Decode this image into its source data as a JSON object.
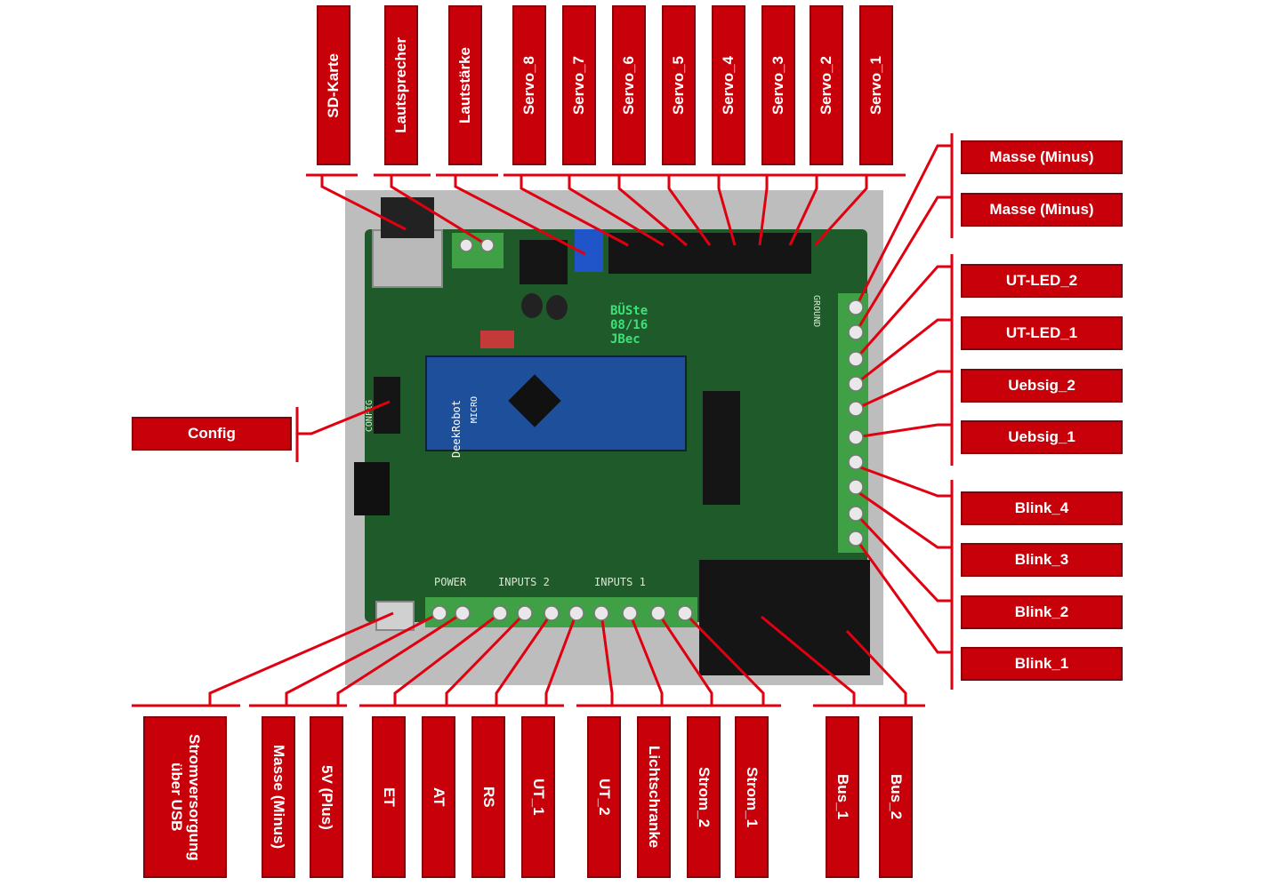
{
  "top_labels": [
    "SD-Karte",
    "Lautsprecher",
    "Lautstärke",
    "Servo_8",
    "Servo_7",
    "Servo_6",
    "Servo_5",
    "Servo_4",
    "Servo_3",
    "Servo_2",
    "Servo_1"
  ],
  "right_labels": [
    "Masse (Minus)",
    "Masse (Minus)",
    "UT-LED_2",
    "UT-LED_1",
    "Uebsig_2",
    "Uebsig_1",
    "Blink_4",
    "Blink_3",
    "Blink_2",
    "Blink_1"
  ],
  "left_label": "Config",
  "bottom_labels": [
    "Stromversorgung über USB",
    "Masse (Minus)",
    "5V (Plus)",
    "ET",
    "AT",
    "RS",
    "UT_1",
    "UT_2",
    "Lichtschranke",
    "Strom_2",
    "Strom_1",
    "Bus_1",
    "Bus_2"
  ],
  "board": {
    "logo_line1": "BÜSte",
    "logo_line2": "08/16",
    "logo_line3": "JBec",
    "nano_brand": "DeekRobot",
    "nano_model": "MICRO",
    "silk_power": "POWER",
    "silk_inputs2": "INPUTS 2",
    "silk_inputs1": "INPUTS 1",
    "silk_ground": "GROUND",
    "silk_config": "CONFIG"
  },
  "colors": {
    "label_bg": "#c8000a",
    "pcb": "#1f5a2a",
    "wire": "#e00010"
  }
}
